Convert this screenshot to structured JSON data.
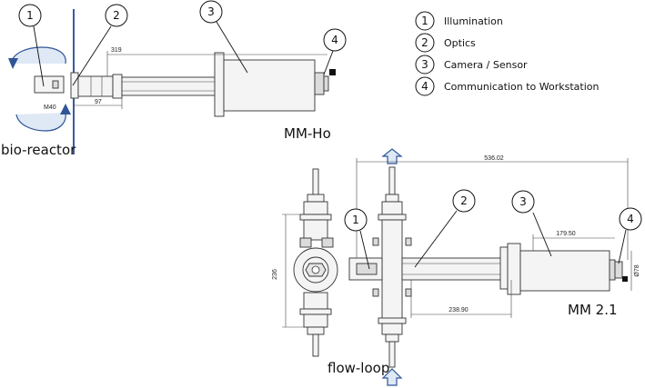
{
  "legend": [
    {
      "number": "1",
      "label": "Illumination"
    },
    {
      "number": "2",
      "label": "Optics"
    },
    {
      "number": "3",
      "label": "Camera / Sensor"
    },
    {
      "number": "4",
      "label": "Communication to Workstation"
    }
  ],
  "device_top": {
    "name": "MM-Ho",
    "context_label": "bio-reactor",
    "dimensions": {
      "length": "319",
      "offset": "97",
      "thread": "M40"
    },
    "callouts": [
      "1",
      "2",
      "3",
      "4"
    ]
  },
  "device_bottom": {
    "name": "MM 2.1",
    "context_label": "flow-loop",
    "dimensions": {
      "total_length": "536.02",
      "camera_length": "179.50",
      "optics_length": "238.90",
      "height": "236",
      "diameter": "Ø78"
    },
    "callouts": [
      "1",
      "2",
      "3",
      "4"
    ]
  },
  "colors": {
    "divider": "#3a5a9c",
    "arrow": "#2f5597",
    "arrow_fill": "#dfe8f5"
  }
}
